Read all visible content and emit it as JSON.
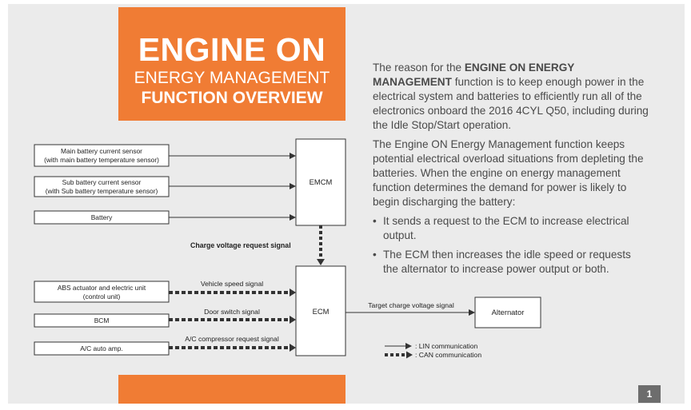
{
  "title": {
    "line1": "ENGINE ON",
    "line2": "ENERGY MANAGEMENT",
    "line3": "FUNCTION OVERVIEW"
  },
  "body": {
    "para1_pre": "The reason for the ",
    "para1_bold": "ENGINE ON ENERGY MANAGEMENT",
    "para1_post": " function is to keep enough power in the electrical system and batteries to efficiently run all of the electronics onboard the 2016 4CYL Q50, including during the Idle Stop/Start operation.",
    "para2": "The Engine ON Energy Management function keeps potential electrical overload situations from depleting the batteries. When the engine on energy management function determines the demand for power is likely to begin discharging the battery:",
    "bullet_glyph": "•",
    "bullets": [
      "It sends a request to the ECM to increase electrical output.",
      "The ECM then increases the idle speed or requests the alternator to increase power output or both."
    ]
  },
  "diagram": {
    "inputs_top": [
      {
        "line1": "Main battery current sensor",
        "line2": "(with main battery temperature sensor)"
      },
      {
        "line1": "Sub battery current sensor",
        "line2": "(with Sub battery temperature sensor)"
      },
      {
        "line1": "Battery",
        "line2": ""
      }
    ],
    "emcm_label": "EMCM",
    "charge_signal": "Charge voltage request signal",
    "inputs_bottom": [
      {
        "line1": "ABS actuator and electric unit",
        "line2": "(control unit)",
        "signal": "Vehicle speed signal"
      },
      {
        "line1": "BCM",
        "line2": "",
        "signal": "Door switch signal"
      },
      {
        "line1": "A/C auto amp.",
        "line2": "",
        "signal": "A/C compressor request signal"
      }
    ],
    "ecm_label": "ECM",
    "target_signal": "Target charge voltage signal",
    "alternator_label": "Alternator",
    "legend": {
      "lin": ": LIN communication",
      "can": ": CAN communication"
    }
  },
  "page_number": "1",
  "colors": {
    "accent": "#f07c34",
    "slide_bg": "#ebebeb",
    "text": "#4a4a4a"
  }
}
